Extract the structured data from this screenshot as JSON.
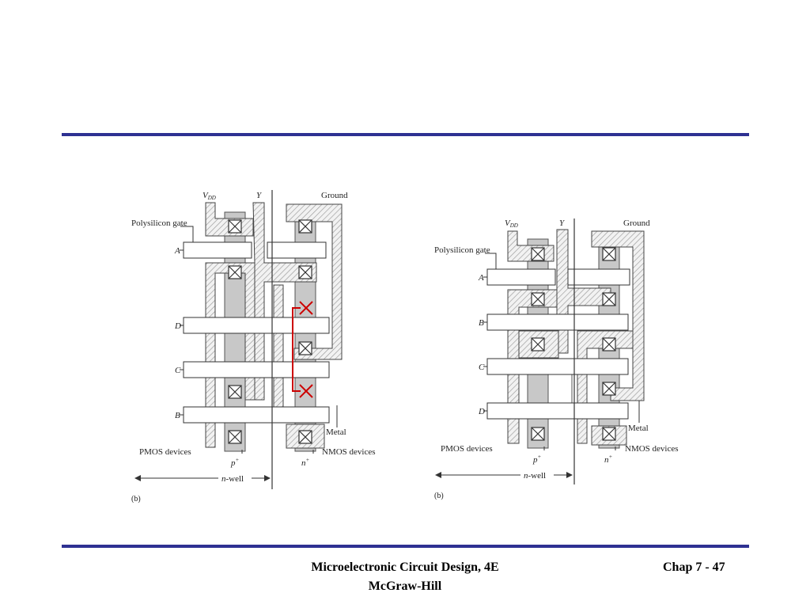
{
  "slide": {
    "accent_color": "#2e3192",
    "footer_title": "Microelectronic Circuit Design, 4E",
    "footer_publisher": "McGraw-Hill",
    "footer_chapter": "Chap 7 - 47"
  },
  "figures": [
    {
      "vdd_main": "V",
      "vdd_sub": "DD",
      "y_label": "Y",
      "ground_label": "Ground",
      "poly_label": "Polysilicon gate",
      "gate_labels": [
        "A",
        "D",
        "C",
        "B"
      ],
      "metal_label": "Metal",
      "pmos_label": "PMOS devices",
      "nmos_label": "NMOS devices",
      "p_main": "p",
      "p_sup": "+",
      "n_main": "n",
      "n_sup": "+",
      "nwell_main": "n",
      "nwell_rest": "-well",
      "panel_label": "(b)"
    },
    {
      "vdd_main": "V",
      "vdd_sub": "DD",
      "y_label": "Y",
      "ground_label": "Ground",
      "poly_label": "Polysilicon gate",
      "gate_labels": [
        "A",
        "B",
        "C",
        "D"
      ],
      "metal_label": "Metal",
      "pmos_label": "PMOS devices",
      "nmos_label": "NMOS devices",
      "p_main": "p",
      "p_sup": "+",
      "n_main": "n",
      "n_sup": "+",
      "nwell_main": "n",
      "nwell_rest": "-well",
      "panel_label": "(b)"
    }
  ]
}
